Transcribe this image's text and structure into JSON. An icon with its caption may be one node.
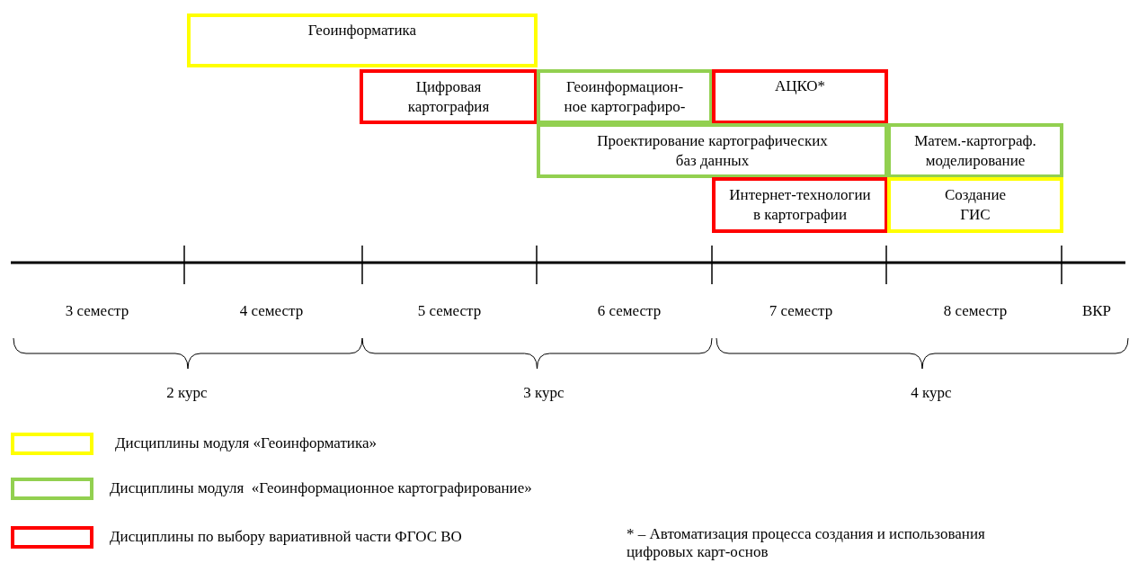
{
  "diagram": {
    "nodes": [
      {
        "text": [
          "Геоинформатика"
        ]
      },
      {
        "text": [
          "Цифровая картография"
        ]
      },
      {
        "text": [
          "Геоинформацион- ное картографиро-"
        ]
      },
      {
        "text": [
          "АЦКО*"
        ]
      },
      {
        "text": [
          "Проектирование картографических баз данных"
        ]
      },
      {
        "text": [
          "Матем.-картограф. моделирование"
        ]
      },
      {
        "text": [
          "Интернет-технологии в картографии"
        ]
      },
      {
        "text": [
          "Создание ГИС"
        ]
      }
    ],
    "edges": [],
    "labels": [
      "3 семестр",
      "4 семестр",
      "5 семестр",
      "6 семестр",
      "7 семестр",
      "8 семестр",
      "ВКР",
      "2 курс",
      "3 курс",
      "4 курс",
      "* –  Автоматизация процесса создания и использования цифровых карт-основ"
    ],
    "legend": [
      {
        "text": "Дисциплины модуля «Геоинформатика»",
        "color": "#ffff00"
      },
      {
        "text": "Дисциплины модуля  «Геоинформационное картографирование»",
        "color": "#92d050"
      },
      {
        "text": "Дисциплины по выбору вариативной части ФГОС ВО",
        "color": "#ff0000"
      }
    ]
  }
}
